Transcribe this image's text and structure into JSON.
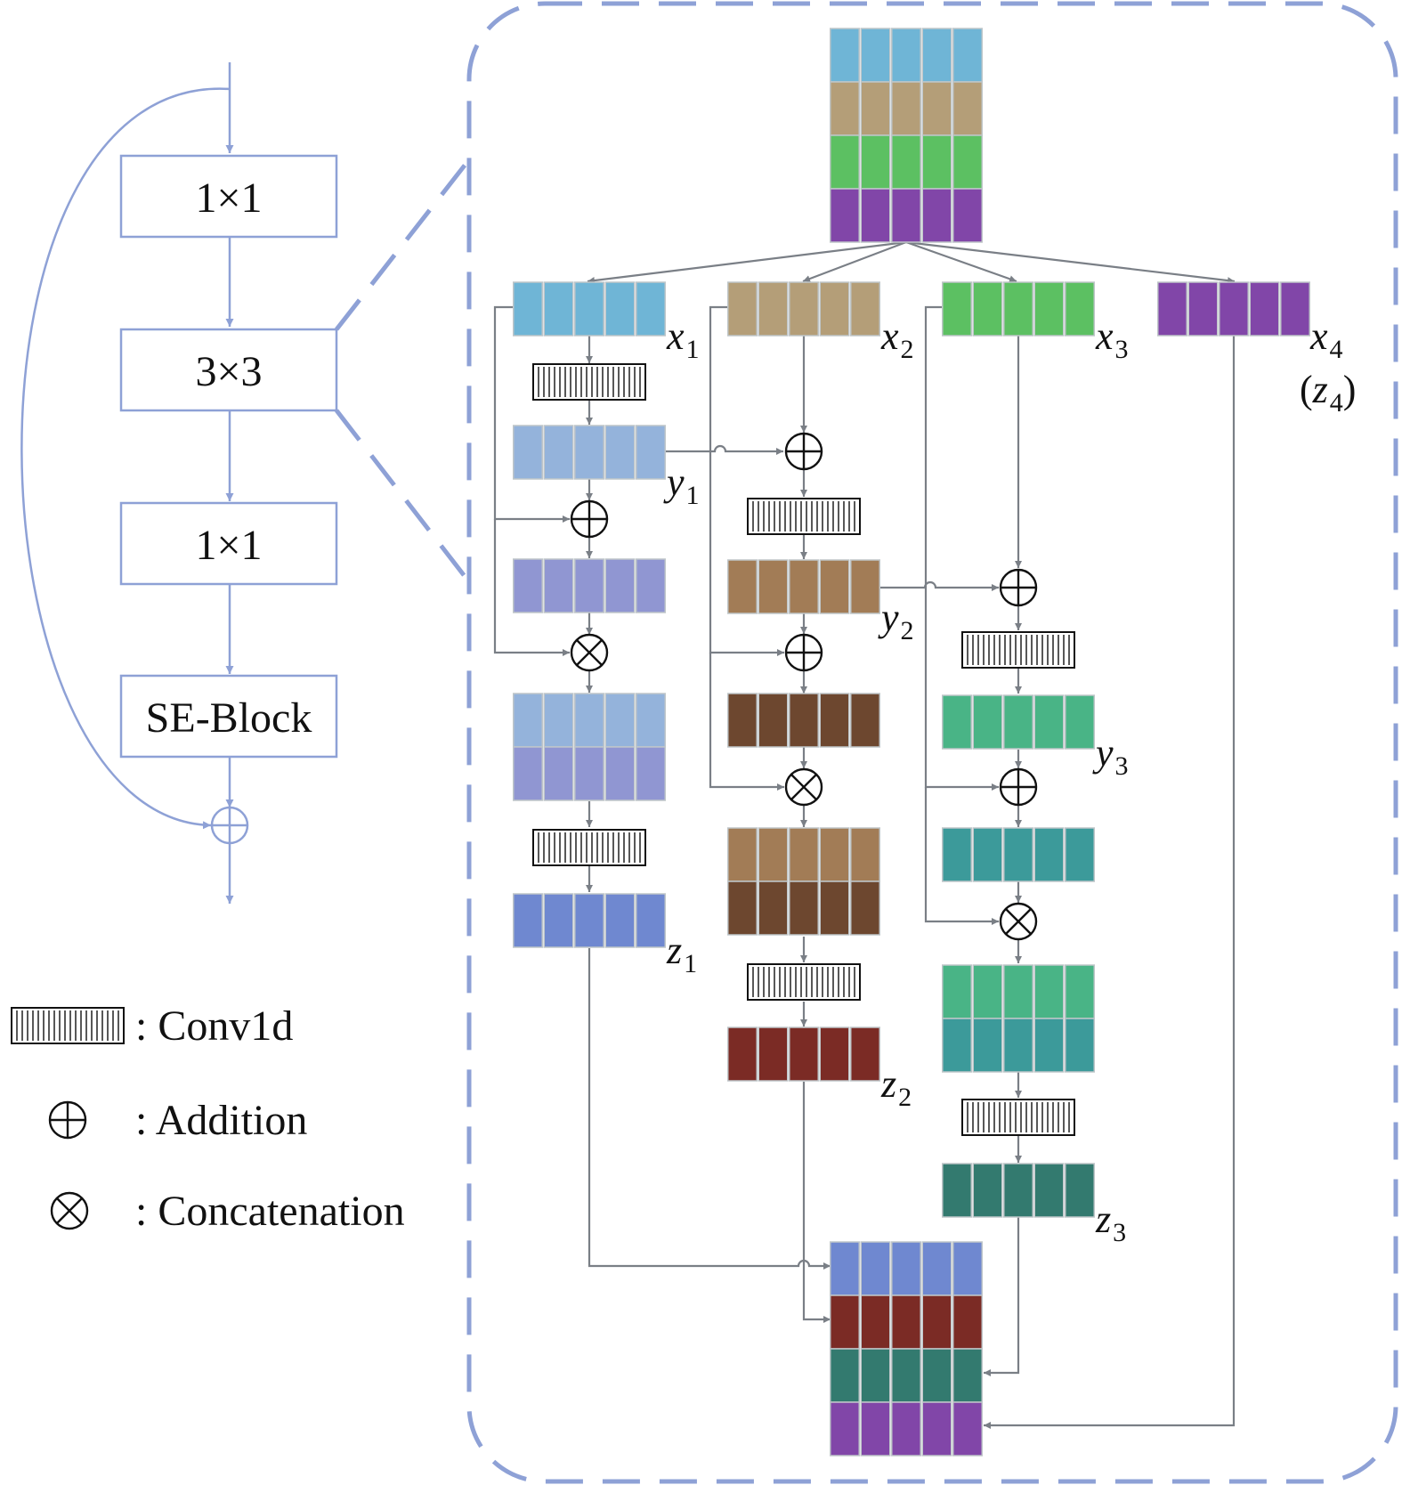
{
  "left_branch": {
    "blocks": [
      {
        "label": "1×1"
      },
      {
        "label": "3×3"
      },
      {
        "label": "1×1"
      },
      {
        "label": "SE-Block"
      }
    ]
  },
  "legend": {
    "conv": ": Conv1d",
    "add": ": Addition",
    "concat": ": Concatenation"
  },
  "labels": {
    "x1": {
      "base": "x",
      "sub": "1"
    },
    "x2": {
      "base": "x",
      "sub": "2"
    },
    "x3": {
      "base": "x",
      "sub": "3"
    },
    "x4": {
      "base": "x",
      "sub": "4"
    },
    "z4": {
      "open": "(",
      "base": "z",
      "sub": "4",
      "close": ")"
    },
    "y1": {
      "base": "y",
      "sub": "1"
    },
    "y2": {
      "base": "y",
      "sub": "2"
    },
    "y3": {
      "base": "y",
      "sub": "3"
    },
    "z1": {
      "base": "z",
      "sub": "1"
    },
    "z2": {
      "base": "z",
      "sub": "2"
    },
    "z3": {
      "base": "z",
      "sub": "3"
    }
  },
  "colors": {
    "frame": "#8ea1d6",
    "x1": "#6fb5d6",
    "x2": "#b49e78",
    "x3": "#5cc062",
    "x4": "#8146a8",
    "y1": "#94b3db",
    "x1_plus_y1": "#9096d2",
    "z1": "#6f88d0",
    "y2": "#a27c56",
    "x2_mix": "#6d472f",
    "z2": "#7b2b25",
    "y3": "#49b486",
    "x3_mix": "#3c9a9a",
    "z3": "#337a6f"
  }
}
